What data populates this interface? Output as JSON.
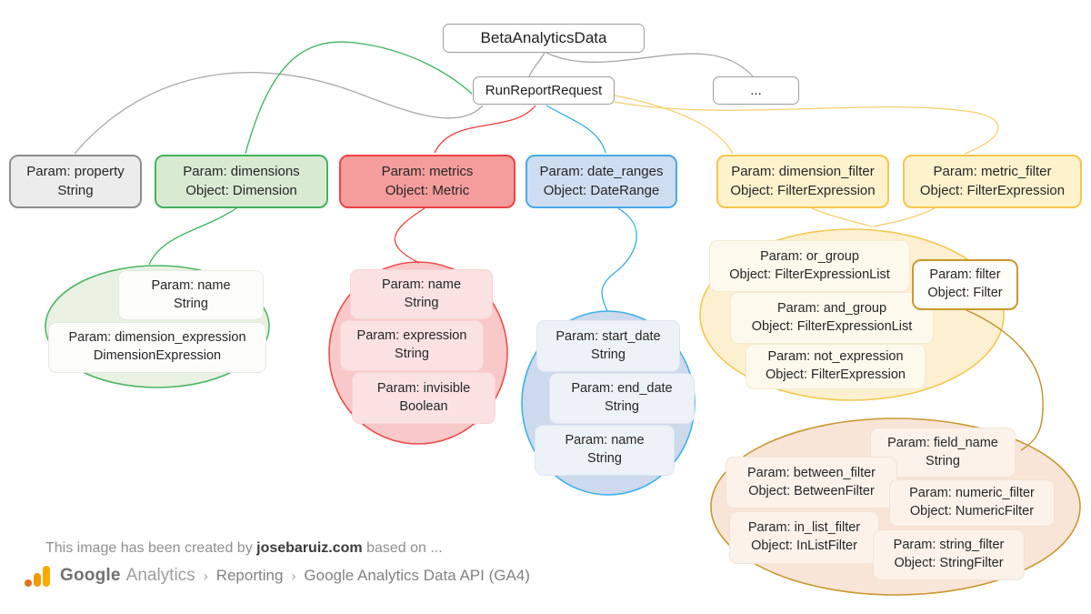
{
  "title_nodes": {
    "root": "BetaAnalyticsData",
    "request": "RunReportRequest",
    "more": "..."
  },
  "params": [
    {
      "line1": "Param: property",
      "line2": "String"
    },
    {
      "line1": "Param: dimensions",
      "line2": "Object: Dimension"
    },
    {
      "line1": "Param: metrics",
      "line2": "Object: Metric"
    },
    {
      "line1": "Param: date_ranges",
      "line2": "Object: DateRange"
    },
    {
      "line1": "Param: dimension_filter",
      "line2": "Object: FilterExpression"
    },
    {
      "line1": "Param: metric_filter",
      "line2": "Object: FilterExpression"
    }
  ],
  "groups": {
    "dimension": {
      "items": [
        {
          "line1": "Param: name",
          "line2": "String"
        },
        {
          "line1": "Param: dimension_expression",
          "line2": "DimensionExpression"
        }
      ]
    },
    "metric": {
      "items": [
        {
          "line1": "Param: name",
          "line2": "String"
        },
        {
          "line1": "Param: expression",
          "line2": "String"
        },
        {
          "line1": "Param: invisible",
          "line2": "Boolean"
        }
      ]
    },
    "date_range": {
      "items": [
        {
          "line1": "Param: start_date",
          "line2": "String"
        },
        {
          "line1": "Param: end_date",
          "line2": "String"
        },
        {
          "line1": "Param: name",
          "line2": "String"
        }
      ]
    },
    "filter_expression": {
      "items": [
        {
          "line1": "Param: or_group",
          "line2": "Object: FilterExpressionList"
        },
        {
          "line1": "Param: and_group",
          "line2": "Object: FilterExpressionList"
        },
        {
          "line1": "Param: not_expression",
          "line2": "Object: FilterExpression"
        }
      ],
      "filter_node": {
        "line1": "Param: filter",
        "line2": "Object: Filter"
      }
    },
    "filter": {
      "items": [
        {
          "line1": "Param: field_name",
          "line2": "String"
        },
        {
          "line1": "Param: between_filter",
          "line2": "Object: BetweenFilter"
        },
        {
          "line1": "Param: numeric_filter",
          "line2": "Object: NumericFilter"
        },
        {
          "line1": "Param: in_list_filter",
          "line2": "Object: InListFilter"
        },
        {
          "line1": "Param: string_filter",
          "line2": "Object: StringFilter"
        }
      ]
    }
  },
  "footer": {
    "credit_prefix": "This image has been created by ",
    "credit_site": "josebaruiz.com",
    "credit_suffix": " based on ...",
    "breadcrumb": {
      "brand": "Google",
      "brand_suffix": "Analytics",
      "sep": "›",
      "item1": "Reporting",
      "item2": "Google Analytics Data API (GA4)"
    }
  },
  "colors": {
    "gray_fill": "#ececec",
    "gray_border": "#8f8f8f",
    "green_fill": "#d9ead3",
    "green_border": "#45b15e",
    "red_fill": "#f59c9c",
    "red_border": "#ee4343",
    "blue_fill": "#cfddf0",
    "blue_border": "#47aae8",
    "yellow_fill": "#fdf2cc",
    "yellow_border": "#f6c64b",
    "gold_border": "#c9992f",
    "green_ellipse_fill": "#e9f1e2",
    "red_ellipse_fill": "#f9c8c8",
    "blue_ellipse_fill": "#cdd9ec",
    "yellow_ellipse_fill": "#fcf0d0",
    "orange_ellipse_fill": "#f8e5d7",
    "ga_dot": "#e2711d",
    "ga_bar_mid": "#f29900",
    "ga_bar_tall": "#f9ab00"
  }
}
